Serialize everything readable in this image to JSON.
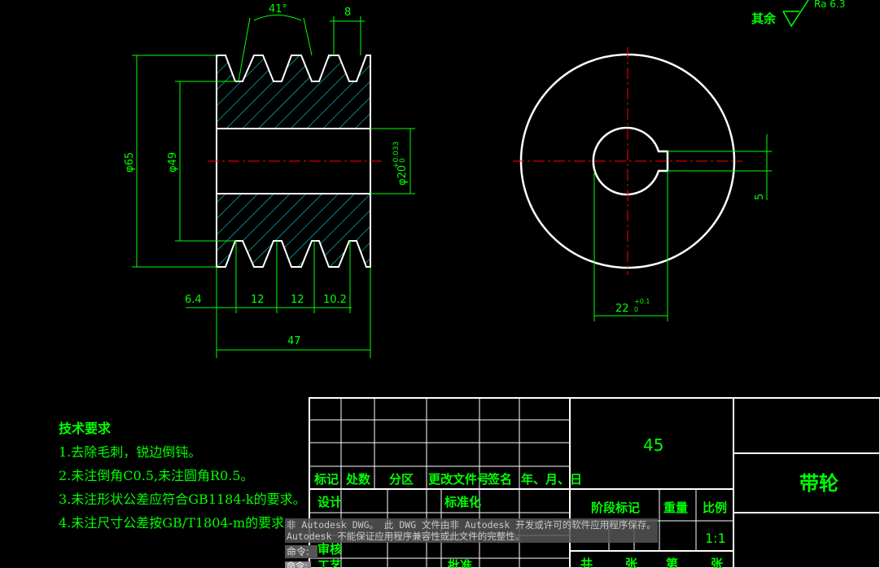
{
  "drawing": {
    "surface_note": {
      "label": "其余",
      "value": "Ra 6.3"
    },
    "side_view_dims": {
      "groove_angle": "41°",
      "groove_pitch_top": "8",
      "outer_diameter": "φ65",
      "pitch_diameter": "φ49",
      "bore_diameter": "φ20",
      "bore_tolerance_upper": "+0.033",
      "bore_tolerance_lower": "0",
      "edge_offset": "6.4",
      "pitch_1": "12",
      "pitch_2": "12",
      "last_offset": "10.2",
      "total_width": "47"
    },
    "front_view_dims": {
      "keyway_width": "5",
      "keyway_depth": "22",
      "keyway_tolerance_upper": "+0.1",
      "keyway_tolerance_lower": "0"
    },
    "tech_requirements": {
      "title": "技术要求",
      "items": [
        "1.去除毛刺，锐边倒钝。",
        "2.未注倒角C0.5,未注圆角R0.5。",
        "3.未注形状公差应符合GB1184-k的要求。",
        "4.未注尺寸公差按GB/T1804-m的要求。"
      ]
    },
    "title_block": {
      "material": "45",
      "part_name": "带轮",
      "rev_headers": [
        "标记",
        "处数",
        "分区",
        "更改文件号",
        "签名",
        "年、月、日"
      ],
      "design": "设计",
      "standardization": "标准化",
      "review": "审核",
      "process": "工艺",
      "approve": "批准",
      "stage_mark": "阶段标记",
      "weight": "重量",
      "scale_label": "比例",
      "scale_value": "1:1",
      "sheet_total": "共",
      "sheet_unit": "张",
      "sheet_index": "第",
      "sheet_unit2": "张"
    },
    "colors": {
      "background": "#000000",
      "outline": "#ffffff",
      "dimension": "#00ff00",
      "hatch": "#00ffff",
      "centerline": "#ff0000"
    }
  },
  "command": {
    "warning": "非 Autodesk DWG。 此 DWG 文件由非 Autodesk 开发或许可的软件应用程序保存。 Autodesk 不能保证应用程序兼容性或此文件的完整性。",
    "prompt": "命令:",
    "prompt2": "命令:"
  }
}
